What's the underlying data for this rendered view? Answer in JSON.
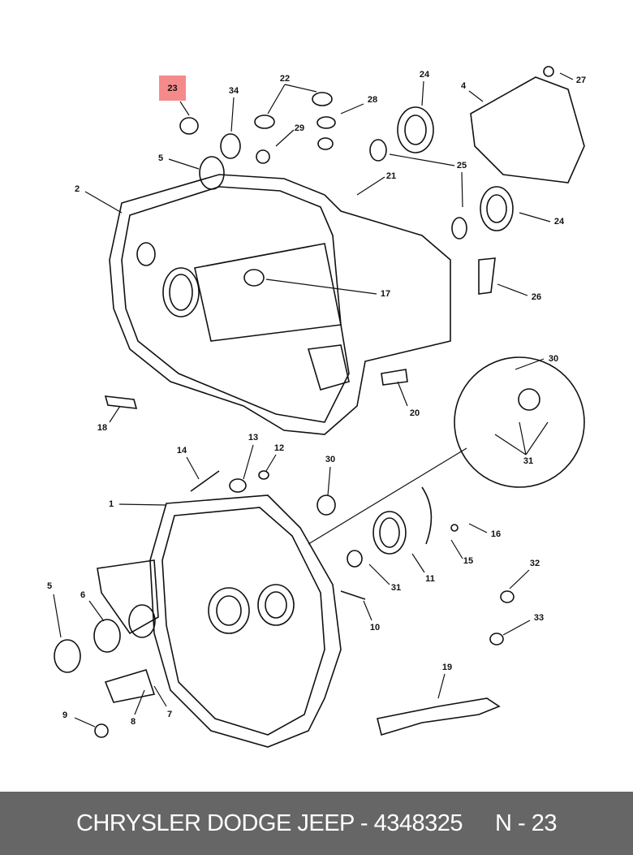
{
  "diagram": {
    "highlighted_part": "23",
    "highlight_color": "#f58a8a",
    "callouts": [
      "23",
      "34",
      "22",
      "28",
      "24",
      "4",
      "27",
      "5",
      "29",
      "21",
      "25",
      "2",
      "24",
      "17",
      "26",
      "30",
      "20",
      "18",
      "31",
      "14",
      "13",
      "12",
      "30",
      "1",
      "16",
      "15",
      "32",
      "31",
      "11",
      "5",
      "6",
      "33",
      "10",
      "19",
      "8",
      "7",
      "9"
    ]
  },
  "footer": {
    "brand_part": "CHRYSLER DODGE JEEP - 4348325",
    "ref": "N - 23",
    "background": "#666666"
  }
}
